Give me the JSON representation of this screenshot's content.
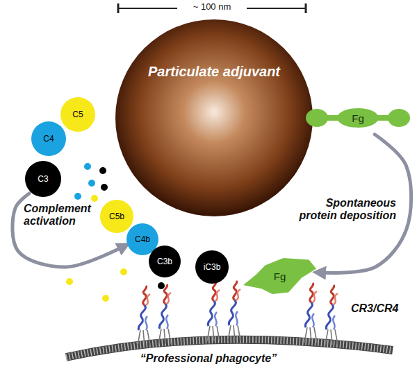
{
  "diagram": {
    "nodes": [
      {
        "text": [
          "Particulate adjuvant"
        ]
      },
      {
        "text": [
          "C5"
        ]
      },
      {
        "text": [
          "C4"
        ]
      },
      {
        "text": [
          "C3"
        ]
      },
      {
        "text": [
          "Fg"
        ]
      },
      {
        "text": [
          "C5b"
        ]
      },
      {
        "text": [
          "C4b"
        ]
      },
      {
        "text": [
          "C3b"
        ]
      },
      {
        "text": [
          "iC3b"
        ]
      },
      {
        "text": [
          "Fg"
        ]
      }
    ],
    "edges": [
      {
        "from": 3,
        "to": 6,
        "arrow": "to"
      },
      {
        "from": 4,
        "to": 9,
        "arrow": "to"
      }
    ],
    "labels": [
      "~ 100 nm",
      "Complement activation",
      "Spontaneous protein deposition",
      "CR3/CR4",
      "“Professional phagocyte”"
    ]
  }
}
